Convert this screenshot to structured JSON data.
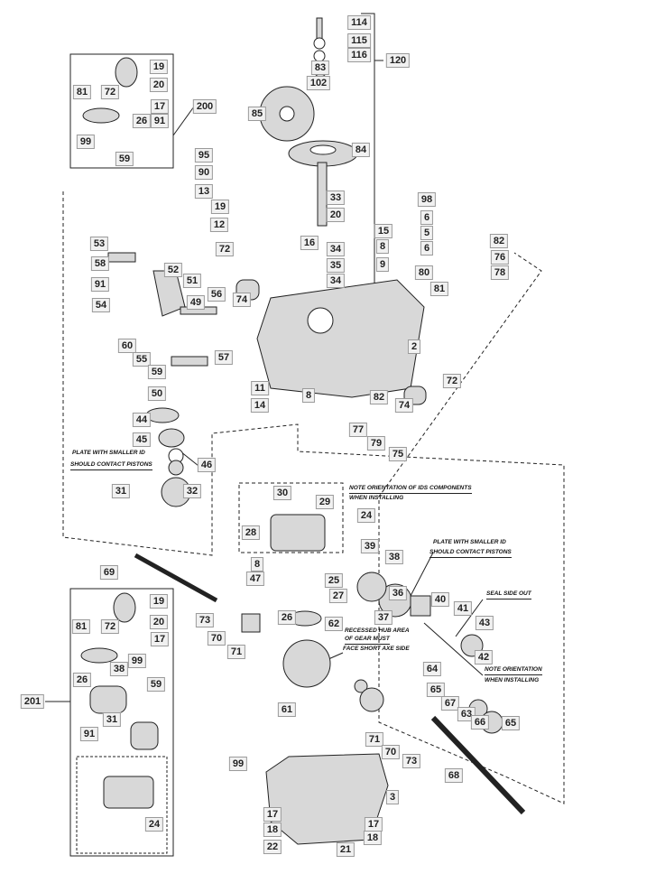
{
  "callouts": [
    "19",
    "81",
    "72",
    "20",
    "17",
    "26",
    "91",
    "99",
    "59",
    "200",
    "114",
    "115",
    "116",
    "120",
    "83",
    "102",
    "85",
    "84",
    "95",
    "90",
    "13",
    "19",
    "12",
    "33",
    "20",
    "16",
    "34",
    "35",
    "34",
    "98",
    "6",
    "15",
    "8",
    "5",
    "6",
    "9",
    "82",
    "76",
    "80",
    "81",
    "78",
    "53",
    "58",
    "91",
    "52",
    "51",
    "49",
    "54",
    "56",
    "72",
    "74",
    "60",
    "55",
    "59",
    "57",
    "50",
    "2",
    "11",
    "14",
    "8",
    "82",
    "74",
    "72",
    "44",
    "45",
    "77",
    "79",
    "75",
    "46",
    "31",
    "32",
    "30",
    "29",
    "28",
    "24",
    "39",
    "38",
    "69",
    "8",
    "47",
    "25",
    "27",
    "36",
    "37",
    "40",
    "41",
    "43",
    "42",
    "81",
    "72",
    "19",
    "20",
    "17",
    "73",
    "70",
    "71",
    "26",
    "62",
    "99",
    "26",
    "38",
    "59",
    "31",
    "91",
    "201",
    "64",
    "65",
    "67",
    "63",
    "66",
    "65",
    "61",
    "71",
    "70",
    "73",
    "68",
    "99",
    "3",
    "17",
    "18",
    "22",
    "17",
    "18",
    "21",
    "24"
  ],
  "notes": {
    "plate_left_1": "PLATE WITH SMALLER ID",
    "plate_left_2": "SHOULD CONTACT PISTONS",
    "ids_1": "NOTE ORIENTATION OF IDS COMPONENTS",
    "ids_2": "WHEN INSTALLING",
    "plate_right_1": "PLATE WITH SMALLER ID",
    "plate_right_2": "SHOULD CONTACT PISTONS",
    "seal": "SEAL SIDE OUT",
    "hub_1": "RECESSED HUB AREA",
    "hub_2": "OF GEAR MUST",
    "hub_3": "FACE SHORT AXE SIDE",
    "orient_1": "NOTE ORIENTATION",
    "orient_2": "WHEN INSTALLING"
  }
}
